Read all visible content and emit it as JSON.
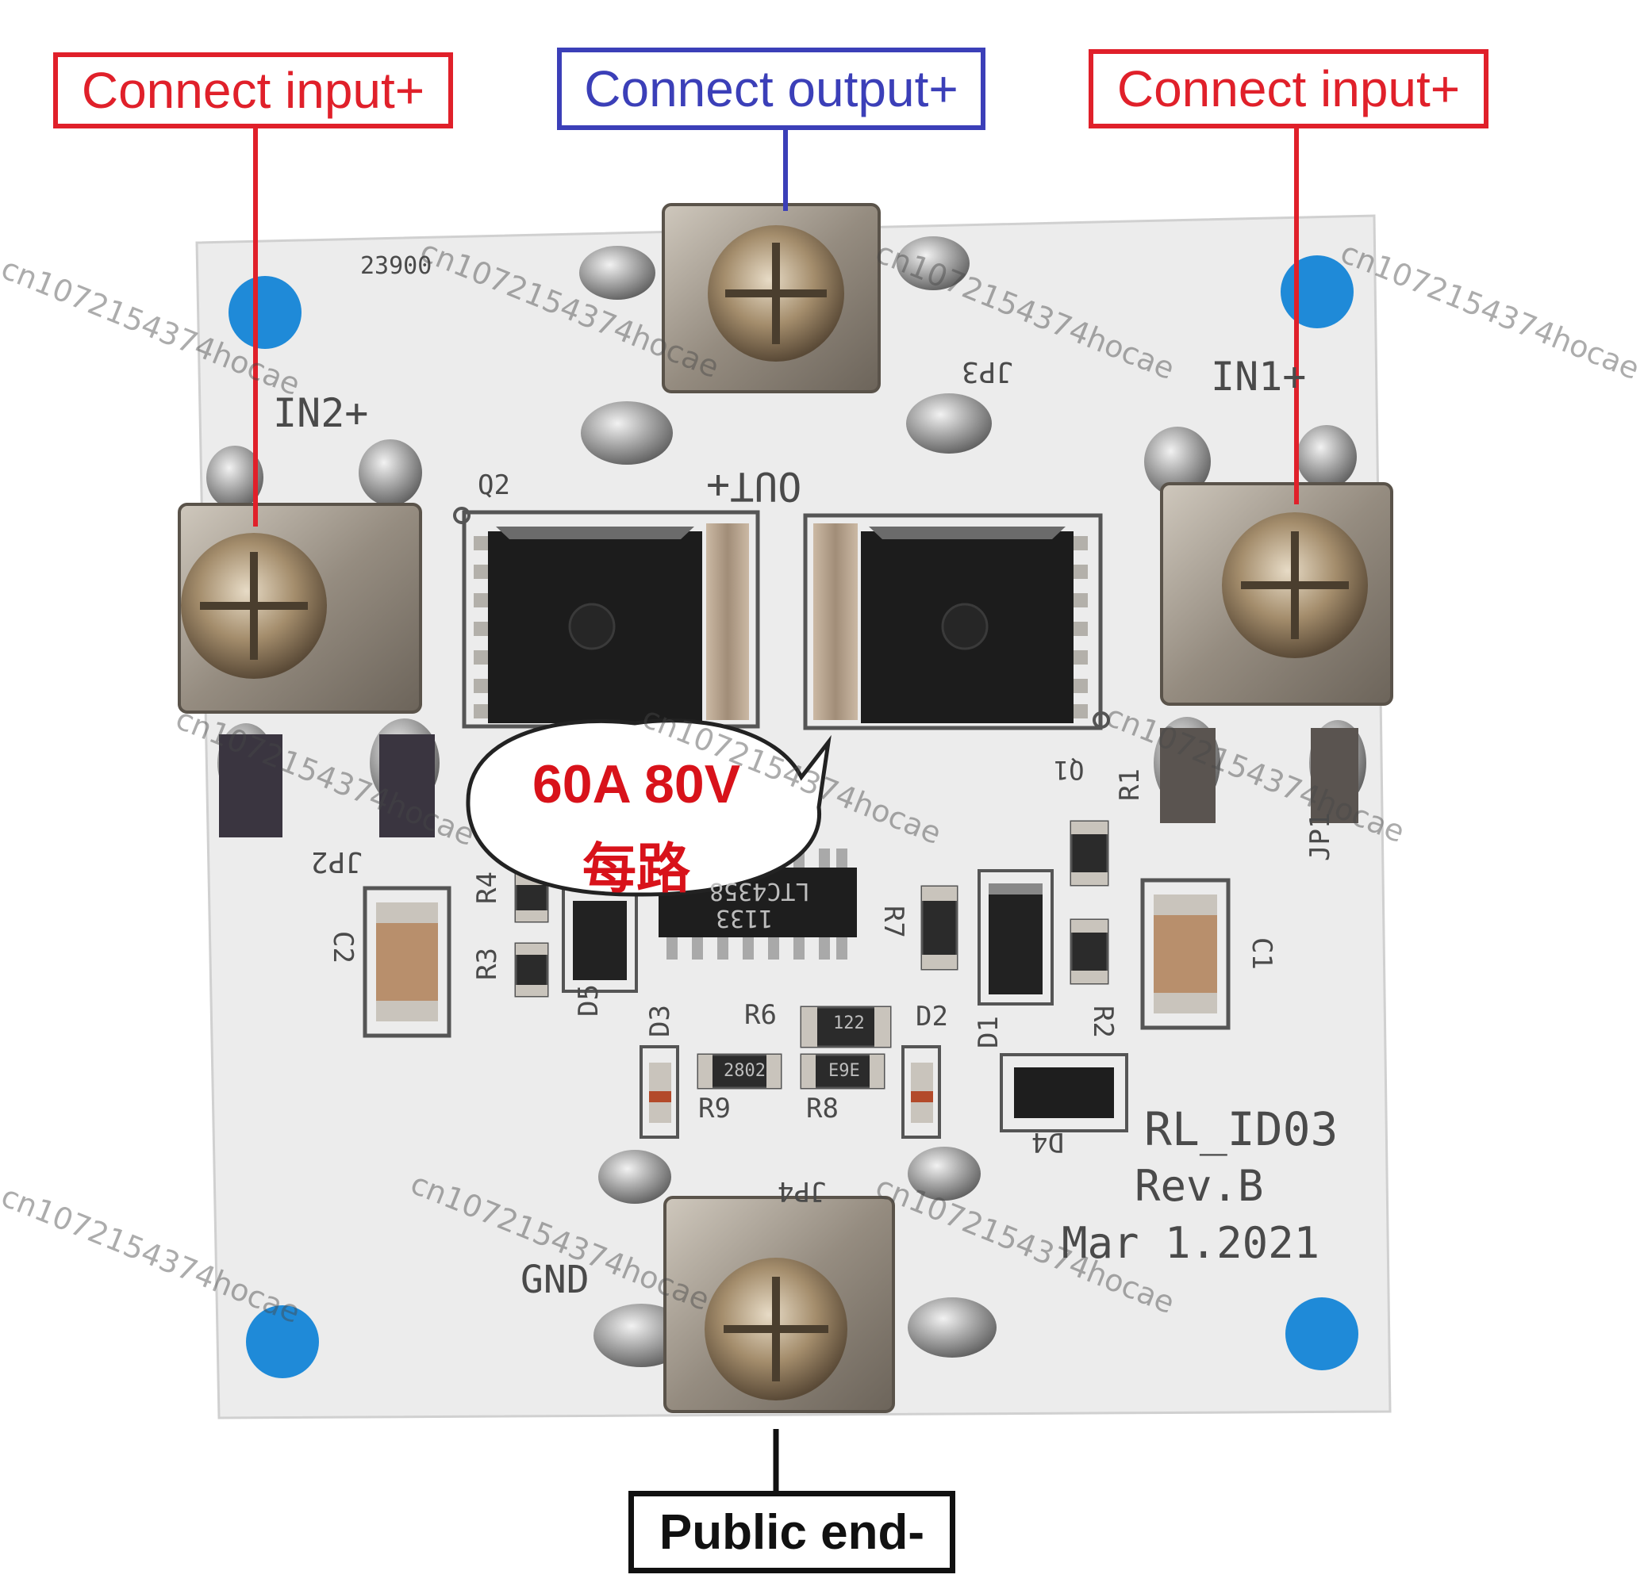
{
  "labels": {
    "input_left": "Connect input+",
    "output": "Connect output+",
    "input_right": "Connect input+",
    "ground": "Public end-"
  },
  "rating_bubble": {
    "line1": "60A 80V",
    "line2": "每路"
  },
  "silkscreen": {
    "in2": "IN2+",
    "in1": "IN1+",
    "out": "OUT+",
    "gnd": "GND",
    "jp1": "JP1",
    "jp2": "JP2",
    "jp3": "JP3",
    "jp4": "JP4",
    "q1": "Q1",
    "q2": "Q2",
    "board_name": "RL_ID03",
    "revision": "Rev.B",
    "date": "Mar 1.2021",
    "ic_marking": "LTC4358",
    "ic_code": "1133",
    "r1": "R1",
    "r2": "R2",
    "r3": "R3",
    "r4": "R4",
    "r6": "R6",
    "r7": "R7",
    "r8": "R8",
    "r9": "R9",
    "c1": "C1",
    "c2": "C2",
    "d1": "D1",
    "d2": "D2",
    "d3": "D3",
    "d4": "D4",
    "d5": "D5",
    "chip_122": "122",
    "chip_e9e": "E9E",
    "chip_2802": "2802",
    "serial": "23900"
  },
  "watermarks": [
    "cn1072154374hocae",
    "cn1072154374hocae",
    "cn1072154374hocae",
    "cn1072154374hocae",
    "cn1072154374hocae",
    "cn1072154374hocae",
    "cn1072154374hocae",
    "cn1072154374hocae",
    "cn1072154374hocae",
    "cn1072154374hocae"
  ],
  "colors": {
    "input_label": "#e0202a",
    "output_label": "#3b3fb8",
    "ground_label": "#111111",
    "bubble_text": "#d8121a",
    "board": "#eeeeee",
    "mount_hole": "#1f8ad8",
    "terminal_metal": "#9a9288",
    "mosfet": "#1c1c1c",
    "solder": "#b9b6b0"
  }
}
